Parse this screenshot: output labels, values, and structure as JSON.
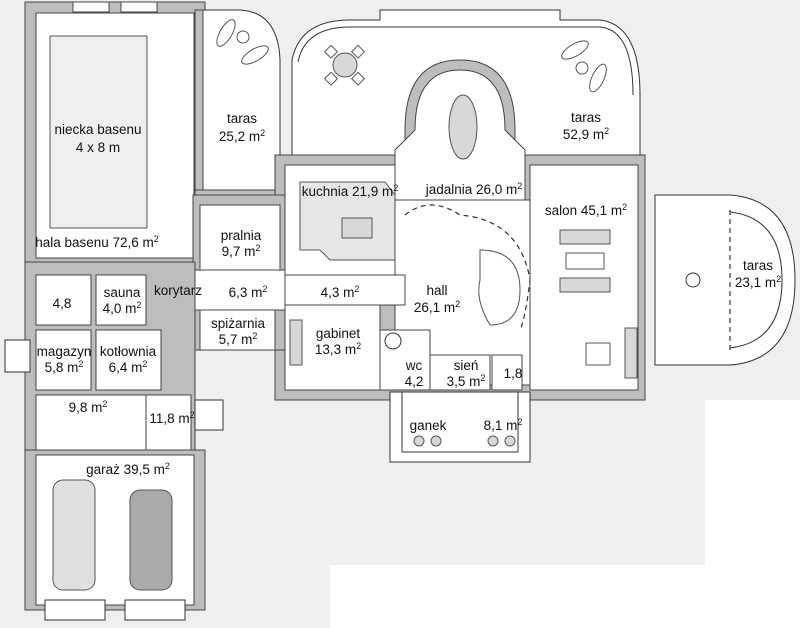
{
  "plan": {
    "type": "floor-plan",
    "area_unit": "m²",
    "rooms": [
      {
        "id": "niecka-basenu",
        "name": "niecka basenu",
        "area": "4 x 8 m"
      },
      {
        "id": "hala-basenu",
        "name": "hala basenu 72,6 m",
        "sup": "2"
      },
      {
        "id": "taras-1",
        "name": "taras",
        "area": "25,2 m",
        "sup": "2"
      },
      {
        "id": "taras-2",
        "name": "taras",
        "area": "52,9 m",
        "sup": "2"
      },
      {
        "id": "taras-3",
        "name": "taras",
        "area": "23,1 m",
        "sup": "2"
      },
      {
        "id": "kuchnia",
        "name": "kuchnia 21,9 m",
        "sup": "2"
      },
      {
        "id": "jadalnia",
        "name": "jadalnia 26,0 m",
        "sup": "2"
      },
      {
        "id": "salon",
        "name": "salon 45,1 m",
        "sup": "2"
      },
      {
        "id": "pralnia",
        "name": "pralnia",
        "area": "9,7 m",
        "sup": "2"
      },
      {
        "id": "lazienka",
        "area": "4,8"
      },
      {
        "id": "sauna",
        "name": "sauna",
        "area": "4,0 m",
        "sup": "2"
      },
      {
        "id": "korytarz",
        "name": "korytarz"
      },
      {
        "id": "korytarz-area",
        "area": "6,3 m",
        "sup": "2"
      },
      {
        "id": "przedpokoj",
        "area": "4,3 m",
        "sup": "2"
      },
      {
        "id": "hall",
        "name": "hall",
        "area": "26,1 m",
        "sup": "2"
      },
      {
        "id": "spizarnia",
        "name": "spiżarnia",
        "area": "5,7 m",
        "sup": "2"
      },
      {
        "id": "gabinet",
        "name": "gabinet",
        "area": "13,3 m",
        "sup": "2"
      },
      {
        "id": "magazyn",
        "name": "magazyn",
        "area": "5,8 m",
        "sup": "2"
      },
      {
        "id": "kotlownia",
        "name": "kotłownia",
        "area": "6,4 m",
        "sup": "2"
      },
      {
        "id": "wc",
        "name": "wc",
        "area": "4,2"
      },
      {
        "id": "sien",
        "name": "sień",
        "area": "3,5 m",
        "sup": "2"
      },
      {
        "id": "garderoba",
        "area": "1,8"
      },
      {
        "id": "schody",
        "area": "9,8 m",
        "sup": "2"
      },
      {
        "id": "korytarz-garaz",
        "area": "11,8 m",
        "sup": "2"
      },
      {
        "id": "ganek",
        "name": "ganek"
      },
      {
        "id": "ganek-area",
        "area": "8,1 m",
        "sup": "2"
      },
      {
        "id": "garaz",
        "name": "garaż 39,5 m",
        "sup": "2"
      }
    ]
  }
}
